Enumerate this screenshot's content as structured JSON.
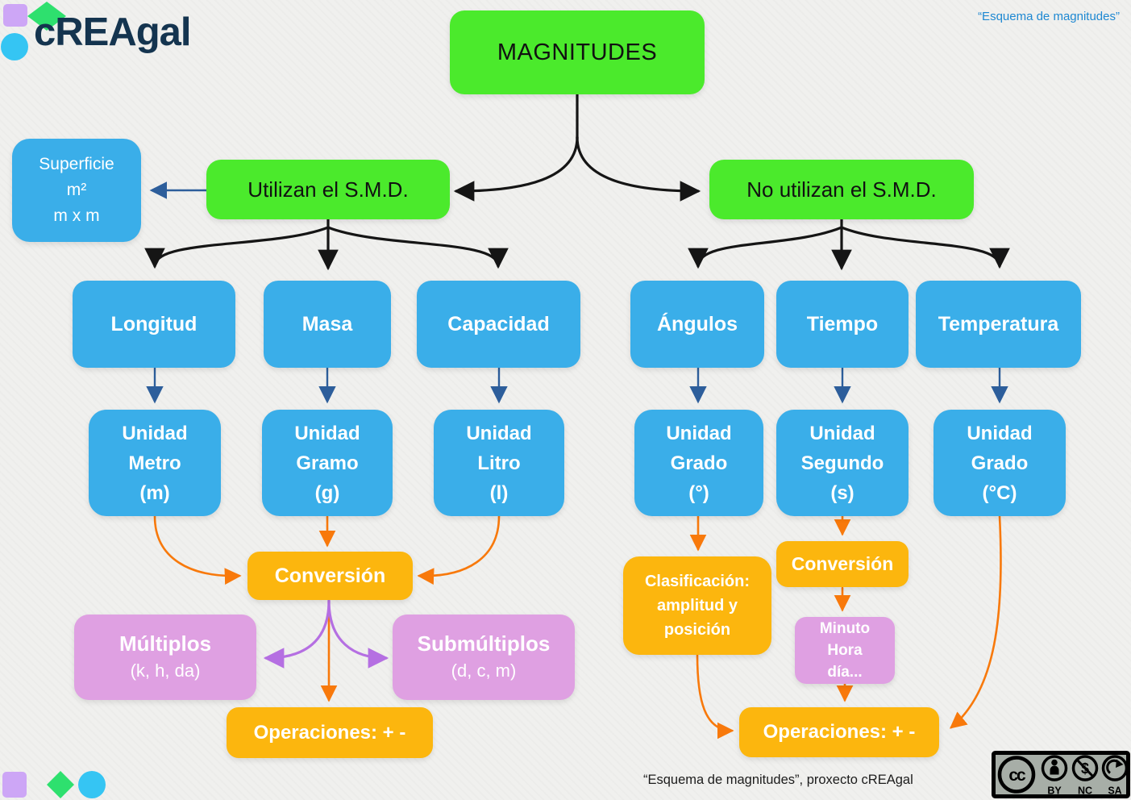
{
  "colors": {
    "bg": "#f0f0ee",
    "green": "#4bea2c",
    "blue": "#3aaee9",
    "orange": "#fcb60e",
    "pink": "#dfa0e2",
    "navy": "#2d5e9b",
    "orange-arrow": "#f8790b",
    "purple-arrow": "#b56fe2",
    "black-arrow": "#151515",
    "logo-navy": "#14344f",
    "note-blue": "#1e88d2",
    "cc-bg": "#a7aea7"
  },
  "header": {
    "logo_text": "cREAgal",
    "note": "“Esquema de magnitudes”"
  },
  "diagram": {
    "root": {
      "label": "MAGNITUDES"
    },
    "smd": {
      "label": "Utilizan el S.M.D."
    },
    "no_smd": {
      "label": "No utilizan el S.M.D."
    },
    "superficie": {
      "lines": [
        "Superficie",
        "m²",
        "m x m"
      ]
    },
    "longitud": {
      "label": "Longitud"
    },
    "masa": {
      "label": "Masa"
    },
    "capacidad": {
      "label": "Capacidad"
    },
    "angulos": {
      "label": "Ángulos"
    },
    "tiempo": {
      "label": "Tiempo"
    },
    "temperatura": {
      "label": "Temperatura"
    },
    "unidad_metro": {
      "lines": [
        "Unidad",
        "Metro",
        "(m)"
      ]
    },
    "unidad_gramo": {
      "lines": [
        "Unidad",
        "Gramo",
        "(g)"
      ]
    },
    "unidad_litro": {
      "lines": [
        "Unidad",
        "Litro",
        "(l)"
      ]
    },
    "unidad_grado": {
      "lines": [
        "Unidad",
        "Grado",
        "(°)"
      ]
    },
    "unidad_segundo": {
      "lines": [
        "Unidad",
        "Segundo",
        "(s)"
      ]
    },
    "unidad_grado_c": {
      "lines": [
        "Unidad",
        "Grado",
        "(°C)"
      ]
    },
    "conversion_left": {
      "label": "Conversión"
    },
    "multiplos": {
      "title": "Múltiplos",
      "subtitle": "(k, h, da)"
    },
    "submultiplos": {
      "title": "Submúltiplos",
      "subtitle": "(d, c, m)"
    },
    "operaciones_left": {
      "label": "Operaciones: + -"
    },
    "clasificacion": {
      "lines": [
        "Clasificación:",
        "amplitud y",
        "posición"
      ]
    },
    "conversion_right": {
      "label": "Conversión"
    },
    "minuto": {
      "lines": [
        "Minuto",
        "Hora",
        "día..."
      ]
    },
    "operaciones_right": {
      "label": "Operaciones: + -"
    }
  },
  "footer": {
    "caption": "“Esquema de magnitudes”, proxecto cREAgal",
    "license": {
      "badges": [
        "BY",
        "NC",
        "SA"
      ]
    }
  }
}
